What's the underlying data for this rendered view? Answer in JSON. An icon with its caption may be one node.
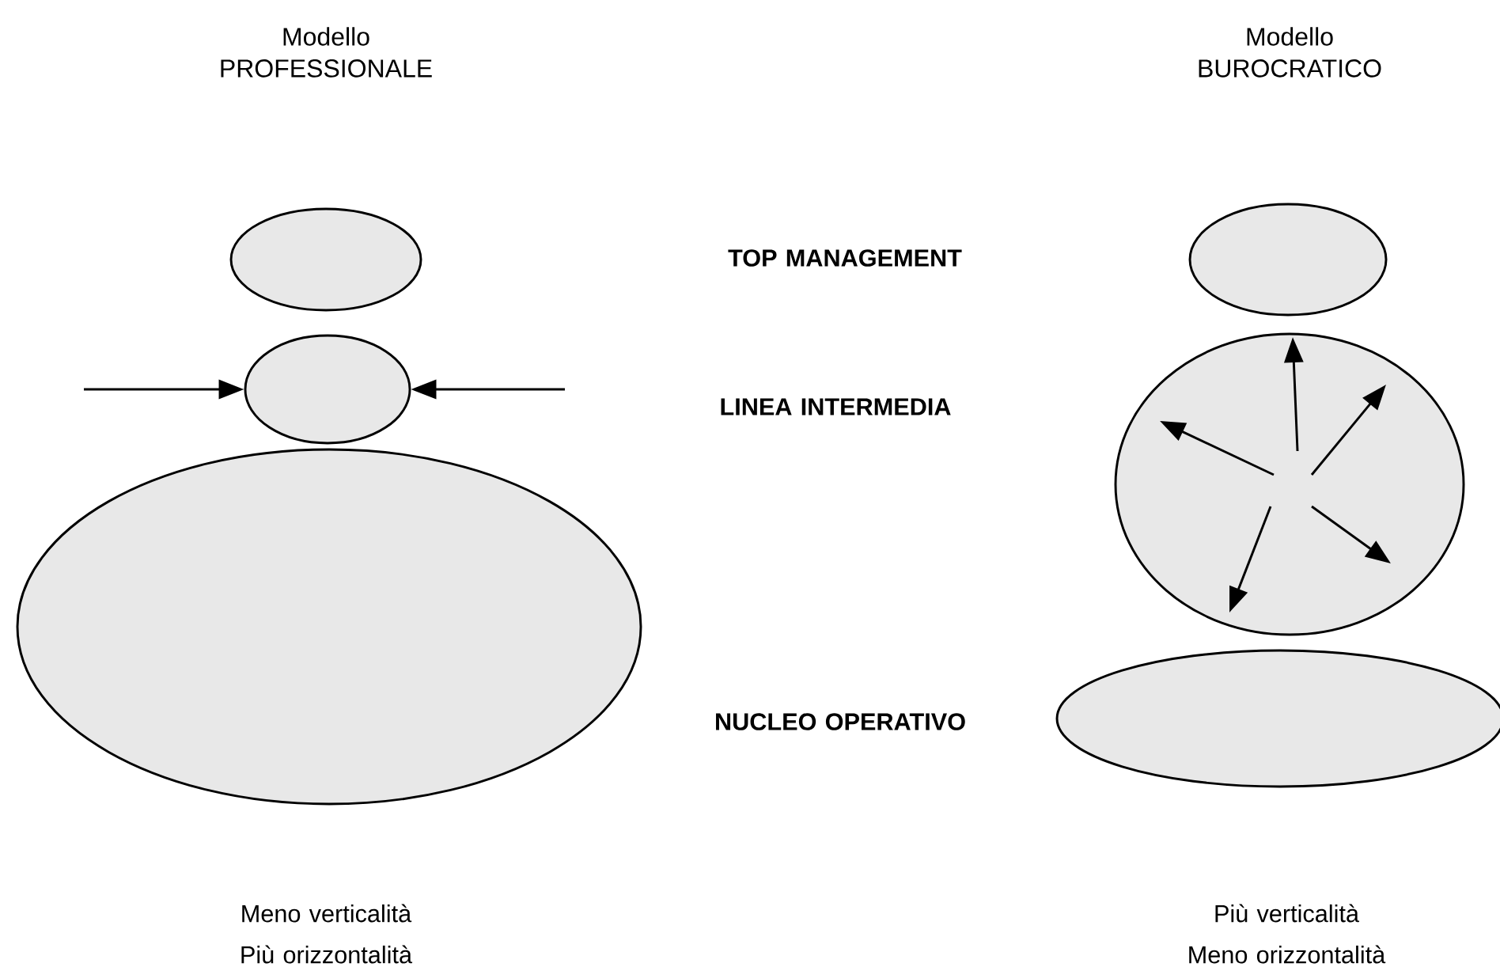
{
  "diagram": {
    "nodes": [
      {
        "text": [],
        "shape": "ellipse"
      },
      {
        "text": [],
        "shape": "ellipse"
      },
      {
        "text": [],
        "shape": "ellipse"
      },
      {
        "text": [],
        "shape": "ellipse"
      },
      {
        "text": [],
        "shape": "ellipse"
      },
      {
        "text": [],
        "shape": "ellipse"
      }
    ],
    "edges": [
      {
        "from": null,
        "to": 1,
        "arrow": "to"
      },
      {
        "from": null,
        "to": 1,
        "arrow": "to"
      }
    ],
    "labels": [
      "Modello PROFESSIONALE",
      "Modello BUROCRATICO",
      "TOP MANAGEMENT",
      "LINEA INTERMEDIA",
      "NUCLEO OPERATIVO",
      "Meno verticalità",
      "Più orizzontalità",
      "Più verticalità",
      "Meno orizzontalità"
    ]
  }
}
